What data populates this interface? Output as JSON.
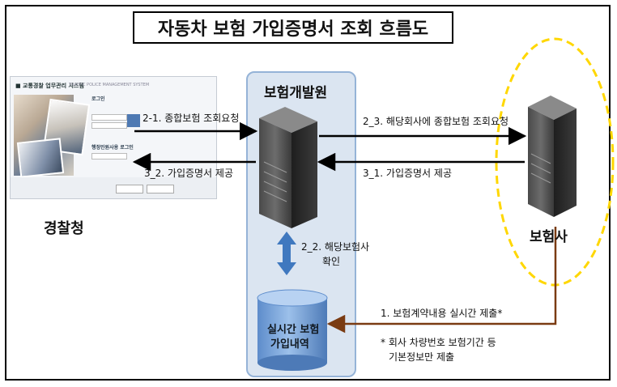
{
  "title": "자동차 보험 가입증명서 조회 흐름도",
  "nodes": {
    "police": "경찰청",
    "kidi": "보험개발원",
    "insurer": "보험사",
    "db_line1": "실시간 보험",
    "db_line2": "가입내역"
  },
  "edges": {
    "e21": "2-1. 종합보험 조회요청",
    "e32": "3_2. 가입증명서 제공",
    "e23": "2_3. 해당회사에 종합보험 조회요청",
    "e31": "3_1. 가입증명서 제공",
    "e22_line1": "2_2. 해당보험사",
    "e22_line2": "확인",
    "e1": "1. 보험계약내용 실시간 제출*"
  },
  "note": {
    "line1": "* 회사 차량번호 보험기간 등",
    "line2": "기본정보만 제출"
  },
  "colors": {
    "panel_fill": "#dbe5f1",
    "panel_border": "#95b3d7",
    "db_fill": "#7ea7d8",
    "insurer_ring": "#ffd700",
    "brown_line": "#7a3b12",
    "double_arrow": "#3f78bf"
  }
}
